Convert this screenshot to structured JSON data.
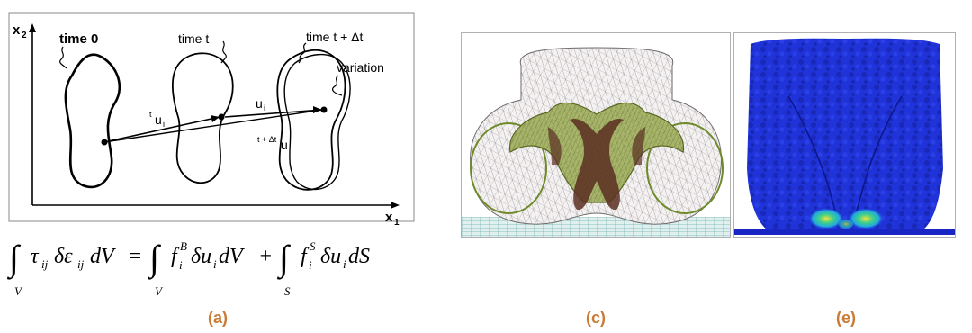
{
  "panel_a": {
    "axis_y_label": "x",
    "axis_y_sub": "2",
    "axis_x_label": "x",
    "axis_x_sub": "1",
    "label_time0": "time 0",
    "label_time_t": "time t",
    "label_time_tdt": "time t + Δt",
    "label_variation": "variation",
    "label_tui_pre": "t",
    "label_tui": "u",
    "label_tui_sub": "i",
    "label_ui": "u",
    "label_ui_sub": "i",
    "label_tdtui_pre": "t + Δt",
    "label_tdtui": "u",
    "label_tdtui_sub": "i",
    "equation": {
      "integral": "∫",
      "lhs_tau": "τ",
      "lhs_tau_sub": "ij",
      "lhs_rest": "δε",
      "lhs_eps_sub": "ij",
      "lhs_dv": "dV",
      "equals": "=",
      "mid_f": "f",
      "mid_f_sub": "i",
      "mid_f_sup": "B",
      "mid_du": "δu",
      "mid_du_sub": "i",
      "mid_dv": "dV",
      "plus": "+",
      "rhs_f": "f",
      "rhs_f_sub": "i",
      "rhs_f_sup": "S",
      "rhs_du": "δu",
      "rhs_du_sub": "i",
      "rhs_ds": "dS",
      "lim_v1": "V",
      "lim_v2": "V",
      "lim_s": "S"
    }
  },
  "captions": {
    "a": "(a)",
    "c": "(c)",
    "e": "(e)"
  },
  "colors": {
    "caption": "#c97a36",
    "fe_blue": "#1a2bd6",
    "mesh_green": "#6e8a2a",
    "mesh_brown": "#5a2e22"
  }
}
